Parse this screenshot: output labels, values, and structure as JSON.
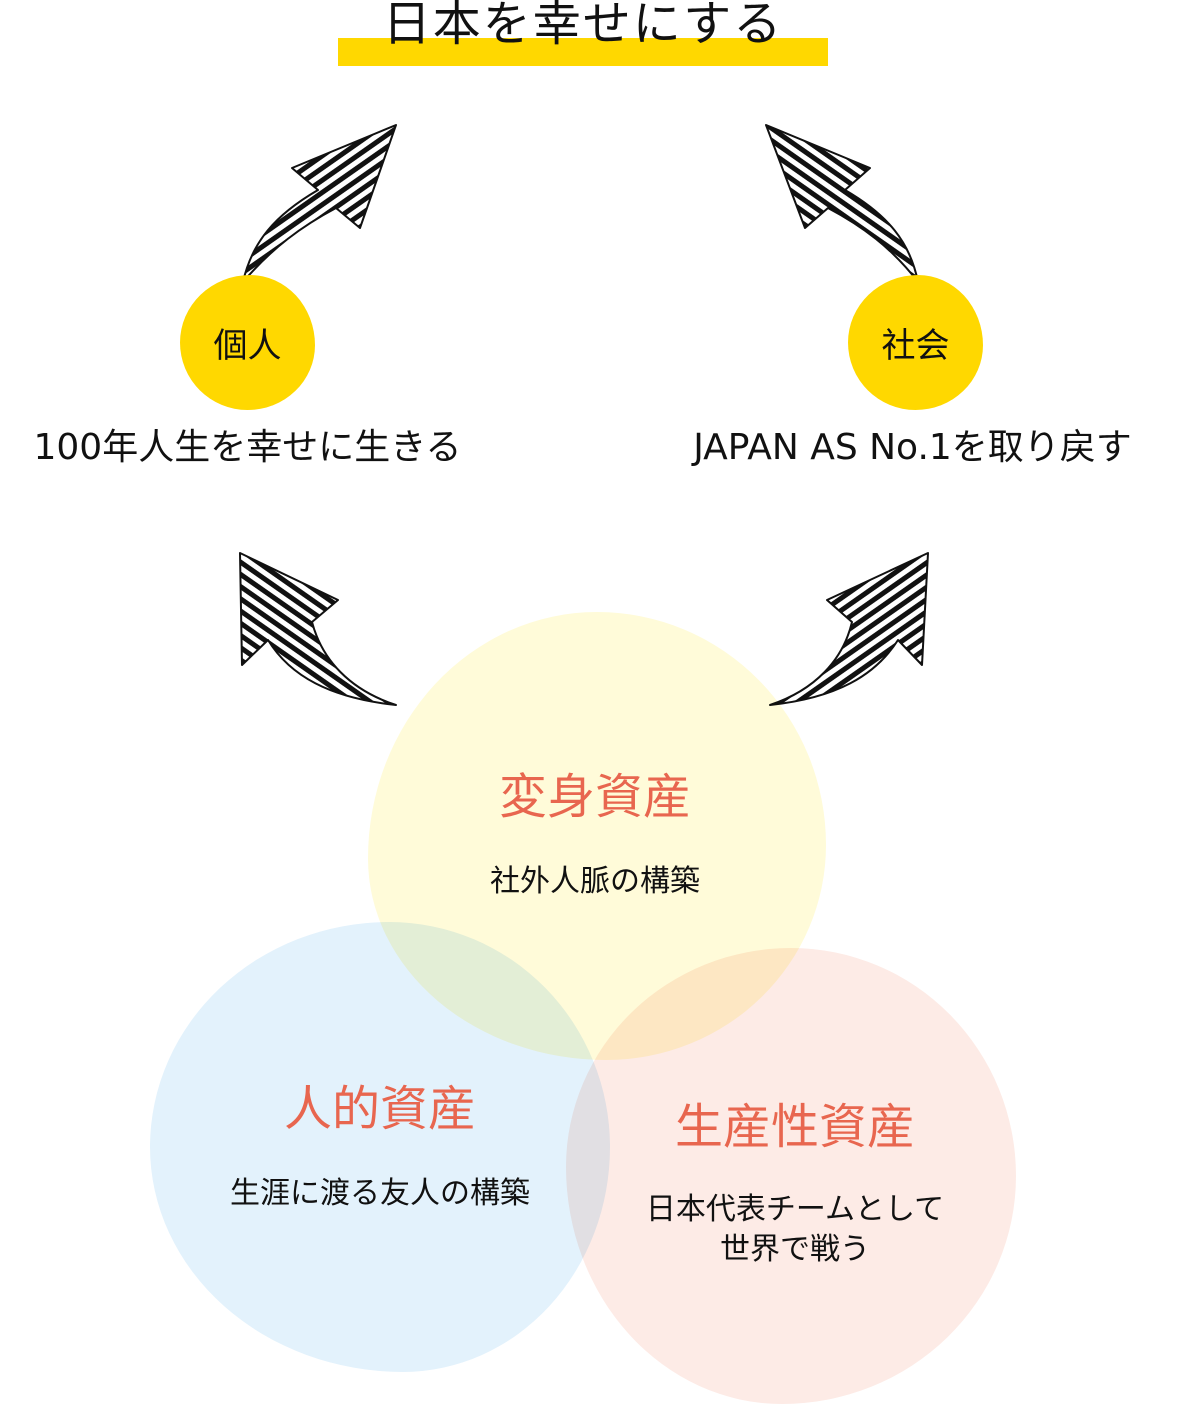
{
  "title": "日本を幸せにする",
  "individual": {
    "label": "個人",
    "caption": "100年人生を幸せに生きる"
  },
  "society": {
    "label": "社会",
    "caption": "JAPAN AS No.1を取り戻す"
  },
  "assets": {
    "transformation": {
      "title": "変身資産",
      "subtitle": "社外人脈の構築"
    },
    "human": {
      "title": "人的資産",
      "subtitle": "生涯に渡る友人の構築"
    },
    "productivity": {
      "title": "生産性資産",
      "subtitle_line1": "日本代表チームとして",
      "subtitle_line2": "世界で戦う"
    }
  },
  "colors": {
    "accent_yellow": "#FFD800",
    "asset_title": "#E8664F",
    "venn_yellow": "#FFFBD9",
    "venn_blue": "#E3F2FC",
    "venn_red": "#FDEBE6"
  }
}
